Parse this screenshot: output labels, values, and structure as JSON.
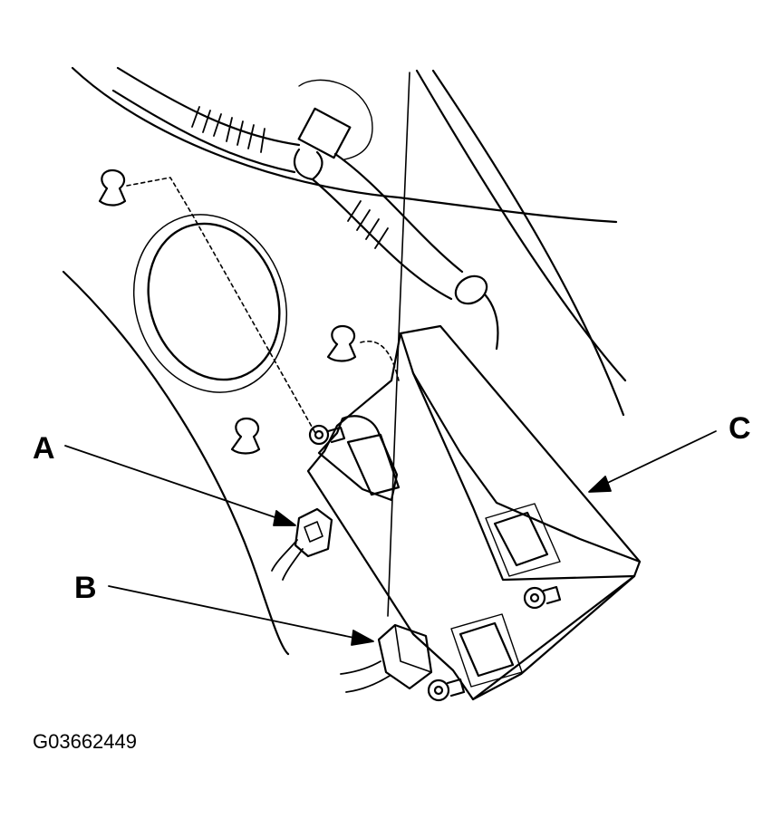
{
  "callouts": {
    "a": "A",
    "b": "B",
    "c": "C"
  },
  "figure_id": "G03662449",
  "colors": {
    "line": "#000000",
    "background": "#ffffff"
  }
}
